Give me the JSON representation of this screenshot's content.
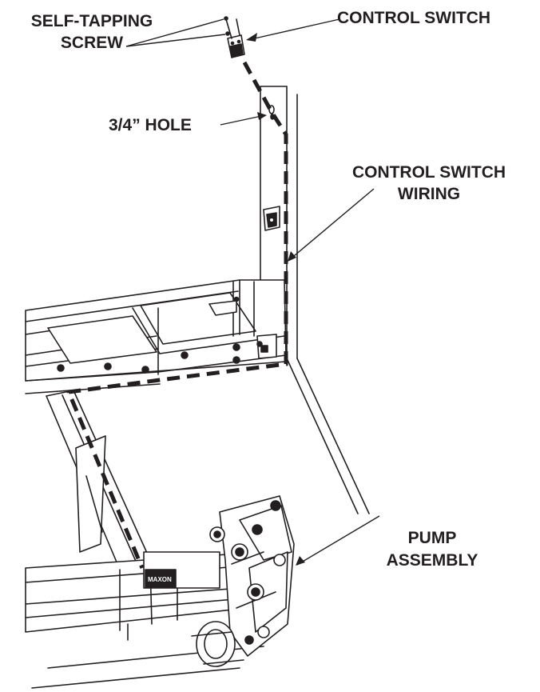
{
  "callouts": {
    "self_tapping_screw": {
      "line1": "SELF-TAPPING",
      "line2": "SCREW"
    },
    "control_switch": "CONTROL SWITCH",
    "hole": "3/4” HOLE",
    "control_switch_wiring": {
      "line1": "CONTROL SWITCH",
      "line2": "WIRING"
    },
    "pump_assembly": {
      "line1": "PUMP",
      "line2": "ASSEMBLY"
    }
  },
  "pump_logo": "MAXON",
  "colors": {
    "ink": "#231f20",
    "background": "#ffffff"
  }
}
